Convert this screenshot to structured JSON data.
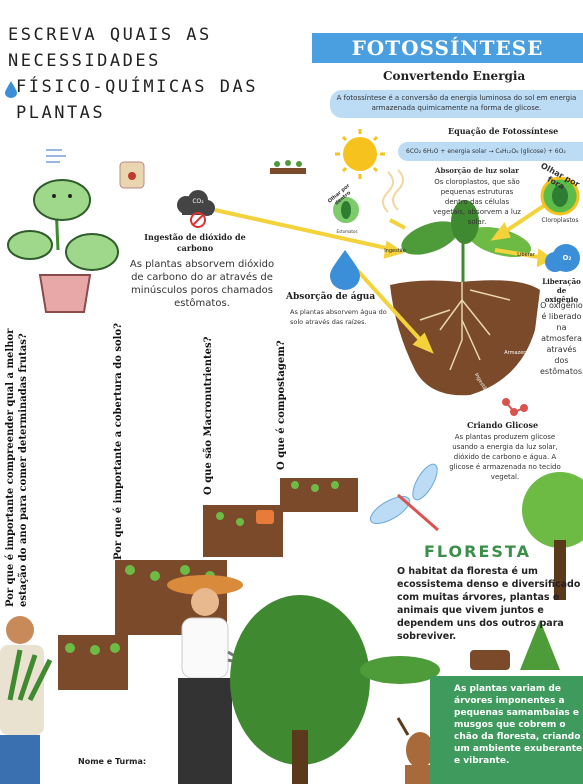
{
  "page": {
    "title_line1": "ESCREVA QUAIS AS NECESSIDADES",
    "title_line2": "FÍSICO-QUÍMICAS DAS PLANTAS",
    "nome_turma": "Nome e Turma:"
  },
  "fotossintese": {
    "banner": "FOTOSSÍNTESE",
    "subtitle": "Convertendo Energia",
    "definition": "A fotossíntese é a conversão da energia luminosa do sol em energia armazenada quimicamente na forma de glicose.",
    "equation_title": "Equação de Fotossíntese",
    "equation": "6CO₂ 6H₂O + energia solar → C₆H₁₂O₆ (glicose) + 6O₂",
    "luz_title": "Absorção de luz solar",
    "luz_text": "Os cloroplastos, que são pequenas estruturas dentro das células vegetais, absorvem a luz solar.",
    "olhar_dentro": "Olhar por dentro",
    "olhar_fora": "Olhar por fora",
    "estomatos": "Estomatos",
    "cloroplastos": "Cloroplastos",
    "co2_title": "Ingestão de dióxido de carbono",
    "co2_text": "As plantas absorvem dióxido de carbono do ar através de minúsculos poros chamados estômatos.",
    "agua_title": "Absorção de água",
    "agua_text": "As plantas absorvem água do solo através das raízes.",
    "oxigenio_title": "Liberação de oxigênio",
    "oxigenio_text": "O oxigênio é liberado na atmosfera através dos estômatos.",
    "glicose_title": "Criando Glicose",
    "glicose_text": "As plantas produzem glicose usando a energia da luz solar, dióxido de carbono e água. A glicose é armazenada no tecido vegetal.",
    "label_co2": "CO₂",
    "label_o2": "O₂",
    "label_ingestao": "Ingestão",
    "label_liberar": "Liberar",
    "label_armazenado": "Armazenado",
    "label_ingestao2": "Ingestão"
  },
  "questions": [
    "Por que é importante compreender qual a melhor estação do ano para comer determinadas frutas?",
    "Por que é importante a cobertura do solo?",
    "O que são Macronutrientes?",
    "O que é compostagem?"
  ],
  "floresta": {
    "title": "FLORESTA",
    "text": "O habitat da floresta é um ecossistema denso e diversificado com muitas árvores, plantas e animais que vivem juntos e dependem uns dos outros para sobreviver.",
    "box_text": "As plantas variam de árvores imponentes a pequenas samambaias e musgos que cobrem o chão da floresta, criando um ambiente exuberante e vibrante."
  },
  "colors": {
    "banner": "#4a9fe0",
    "light_blue": "#bcdcf6",
    "forest_green": "#3e9b5d",
    "arrow_yellow": "#f4d23c"
  }
}
